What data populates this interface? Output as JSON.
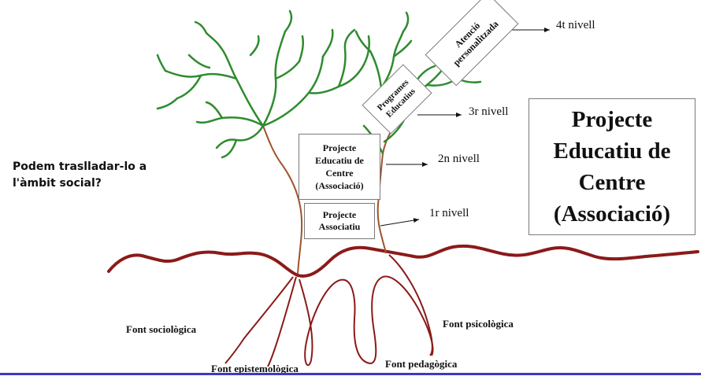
{
  "boxes": {
    "nivell1": "Projecte Associatiu",
    "nivell2": "Projecte Educatiu de Centre (Associació)",
    "nivell3": "Programes Educatius",
    "nivell4": "Atenció personalitzada",
    "title": "Projecte Educatiu de Centre (Associació)"
  },
  "levels": {
    "l1": "1r nivell",
    "l2": "2n nivell",
    "l3": "3r nivell",
    "l4": "4t nivell"
  },
  "sources": {
    "sociologica": "Font sociològica",
    "epistemologica": "Font epistemològica",
    "pedagogica": "Font pedagògica",
    "psicologica": "Font psicològica"
  },
  "question": "Podem traslladar-lo a l'àmbit social?",
  "colors": {
    "trunk": "#a0522d",
    "ground": "#8b1a1a",
    "roots": "#8b1a1a",
    "branches": "#2e8b2e",
    "bottom_bar": "#3b3bbf"
  }
}
